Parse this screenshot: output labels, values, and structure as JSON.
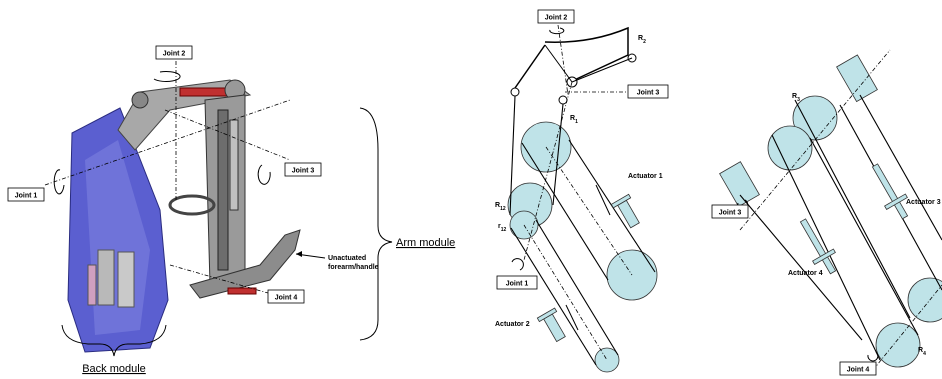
{
  "labels": {
    "joint1": "Joint 1",
    "joint2": "Joint 2",
    "joint3": "Joint 3",
    "joint4": "Joint 4",
    "arm_module": "Arm module",
    "back_module": "Back module",
    "forearm": "Unactuated\nforearm/handle",
    "forearm_line1": "Unactuated",
    "forearm_line2": "forearm/handle",
    "actuator1": "Actuator 1",
    "actuator2": "Actuator 2",
    "actuator3": "Actuator 3",
    "actuator4": "Actuator 4",
    "r1": "R",
    "r1_sub": "1",
    "r2": "R",
    "r2_sub": "2",
    "r3": "R",
    "r3_sub": "3",
    "r4": "R",
    "r4_sub": "4",
    "r12big": "R",
    "r12big_sub": "12",
    "r12small": "r",
    "r12small_sub": "12"
  },
  "colors": {
    "pulley_fill": "#bfe3e8",
    "back_module": "#5b5fd0",
    "frame": "#8a8a8a"
  }
}
